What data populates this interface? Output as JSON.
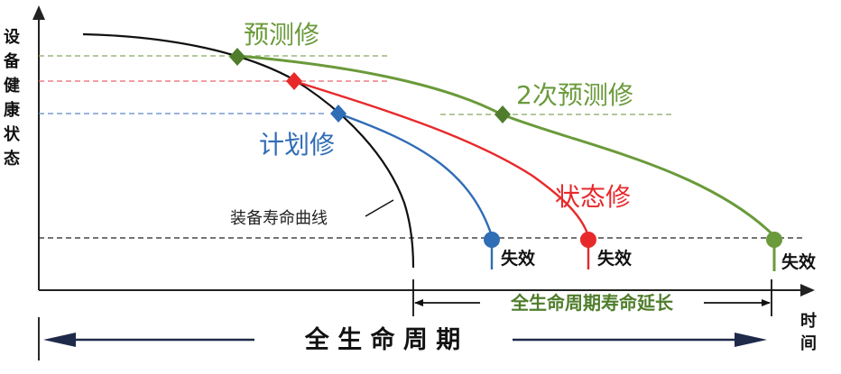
{
  "labels": {
    "y_axis": [
      "设",
      "备",
      "健",
      "康",
      "状",
      "态"
    ],
    "x_axis": [
      "时",
      "间"
    ],
    "predictive": "预测修",
    "second_predictive": "2次预测修",
    "planned": "计划修",
    "condition": "状态修",
    "life_curve": "装备寿命曲线",
    "fail_1": "失效",
    "fail_2": "失效",
    "fail_3": "失效",
    "life_extension": "全生命周期寿命延长",
    "full_cycle": "全 生 命 周 期"
  },
  "colors": {
    "black": "#111111",
    "green": "#6a9a3a",
    "green_dark": "#4f7d2c",
    "red": "#e8292b",
    "blue": "#2f6db5",
    "navy": "#1f2a4a",
    "dash_green": "#86a860",
    "dash_red": "#e9656a",
    "dash_blue": "#5d86c6"
  }
}
